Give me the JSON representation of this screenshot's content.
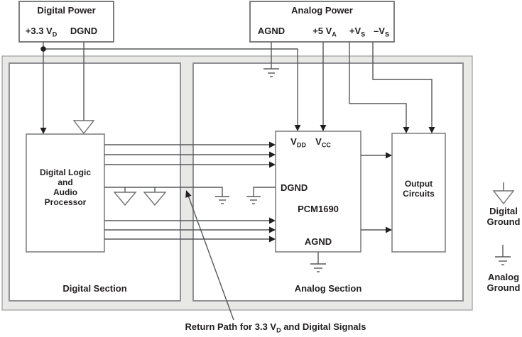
{
  "colors": {
    "wire": "#57585a",
    "component_border": "#6f7072",
    "section_border": "#8f9193",
    "frame_fill": "#e8e8e7",
    "text": "#231f20",
    "background": "#ffffff"
  },
  "power_boxes": {
    "digital": {
      "title": "Digital Power",
      "pins": [
        {
          "main": "+3.3 V",
          "sub": "D"
        },
        {
          "main": "DGND",
          "sub": ""
        }
      ]
    },
    "analog": {
      "title": "Analog Power",
      "pins": [
        {
          "main": "AGND",
          "sub": ""
        },
        {
          "main": "+5 V",
          "sub": "A"
        },
        {
          "main": "+V",
          "sub": "S"
        },
        {
          "main": "–V",
          "sub": "S"
        }
      ]
    }
  },
  "sections": {
    "digital": {
      "label": "Digital Section"
    },
    "analog": {
      "label": "Analog Section"
    }
  },
  "blocks": {
    "processor": {
      "lines": [
        "Digital Logic",
        "and",
        "Audio",
        "Processor"
      ]
    },
    "pcm1690": {
      "name": "PCM1690",
      "pin_vdd": {
        "main": "V",
        "sub": "DD"
      },
      "pin_vcc": {
        "main": "V",
        "sub": "CC"
      },
      "pin_dgnd": "DGND",
      "pin_agnd": "AGND"
    },
    "output": {
      "lines": [
        "Output",
        "Circuits"
      ]
    }
  },
  "legend": {
    "digital_ground": {
      "line1": "Digital",
      "line2": "Ground"
    },
    "analog_ground": {
      "line1": "Analog",
      "line2": "Ground"
    }
  },
  "caption": {
    "part1": "Return Path for 3.3 V",
    "sub": "D",
    "part2": " and Digital Signals"
  }
}
